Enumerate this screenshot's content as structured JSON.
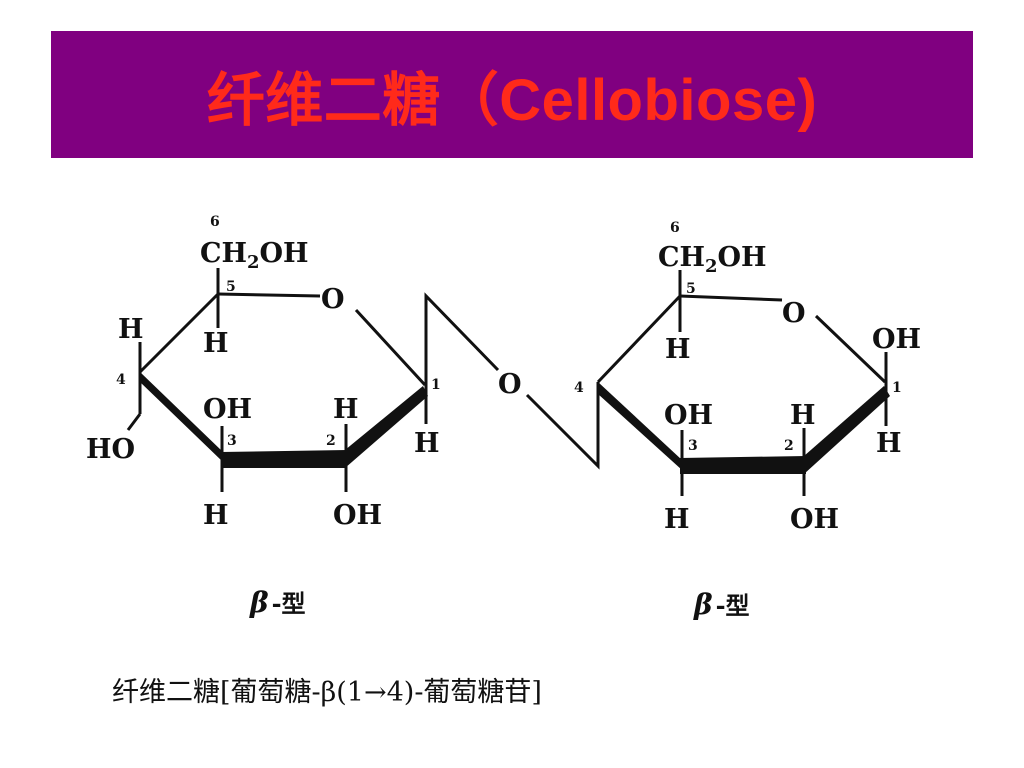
{
  "slide": {
    "title": "纤维二糖（Cellobiose)",
    "caption": "纤维二糖[葡萄糖-β(1→4)-葡萄糖苷]",
    "colors": {
      "title_background": "#800080",
      "title_text": "#ff2a1a",
      "structure": "#111111"
    }
  },
  "diagram": {
    "left_ring": {
      "carbon_numbers": [
        "6",
        "5",
        "4",
        "3",
        "2",
        "1"
      ],
      "groups": {
        "ch2oh": "CH2OH",
        "ring_o": "O",
        "c5_h": "H",
        "c4_h": "H",
        "c4_ho": "HO",
        "c3_oh": "OH",
        "c3_h": "H",
        "c2_h": "H",
        "c2_oh": "OH",
        "c1_h": "H"
      },
      "anomer_label": {
        "beta": "β",
        "suffix": "-型"
      }
    },
    "glycosidic_o": "O",
    "right_ring": {
      "carbon_numbers": [
        "6",
        "5",
        "4",
        "3",
        "2",
        "1"
      ],
      "groups": {
        "ch2oh": "CH2OH",
        "ring_o": "O",
        "c5_h": "H",
        "c3_oh": "OH",
        "c3_h": "H",
        "c2_h": "H",
        "c2_oh": "OH",
        "c1_oh": "OH",
        "c1_h": "H"
      },
      "anomer_label": {
        "beta": "β",
        "suffix": "-型"
      }
    }
  }
}
